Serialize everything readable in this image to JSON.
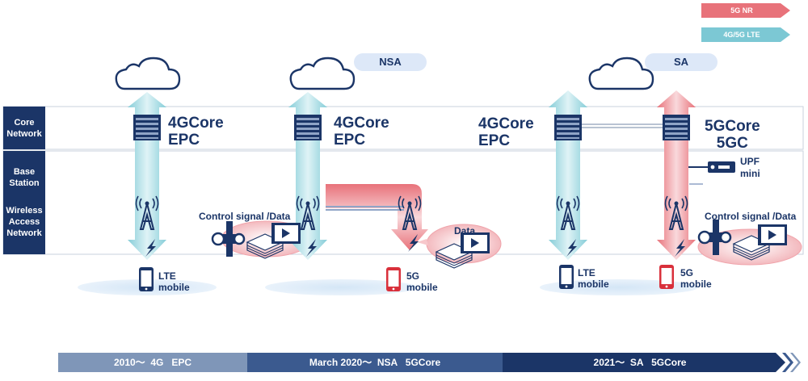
{
  "legend": {
    "nr_5g": "5G NR",
    "lte_4g5g": "4G/5G LTE",
    "colors": {
      "nr": "#e8727a",
      "lte": "#7cc8d4"
    }
  },
  "bands": {
    "core_network": [
      "Core",
      "Network"
    ],
    "base_station": [
      "Base",
      "Station"
    ],
    "wireless_access": [
      "Wireless",
      "Access",
      "Network"
    ]
  },
  "sections": {
    "nsa_badge": "NSA",
    "sa_badge": "SA"
  },
  "cores": {
    "epc_1": [
      "4GCore",
      "EPC"
    ],
    "epc_2": [
      "4GCore",
      "EPC"
    ],
    "epc_3": [
      "4GCore",
      "EPC"
    ],
    "fivegc": [
      "5GCore",
      "5GC"
    ]
  },
  "upf": [
    "UPF",
    "mini"
  ],
  "labels": {
    "control_signal_data_1": "Control signal /Data",
    "data": "Data",
    "control_signal_data_2": "Control signal /Data"
  },
  "devices": {
    "lte_1": [
      "LTE",
      "mobile"
    ],
    "nr_1": [
      "5G",
      "mobile"
    ],
    "lte_2": [
      "LTE",
      "mobile"
    ],
    "nr_2": [
      "5G",
      "mobile"
    ]
  },
  "timeline": [
    {
      "label": "2010～  4G   EPC",
      "color": "#7f96b8"
    },
    {
      "label": "March 2020～  NSA   5GCore",
      "color": "#3b5a8f"
    },
    {
      "label": "2021～  SA   5GCore",
      "color": "#1b3567"
    }
  ]
}
